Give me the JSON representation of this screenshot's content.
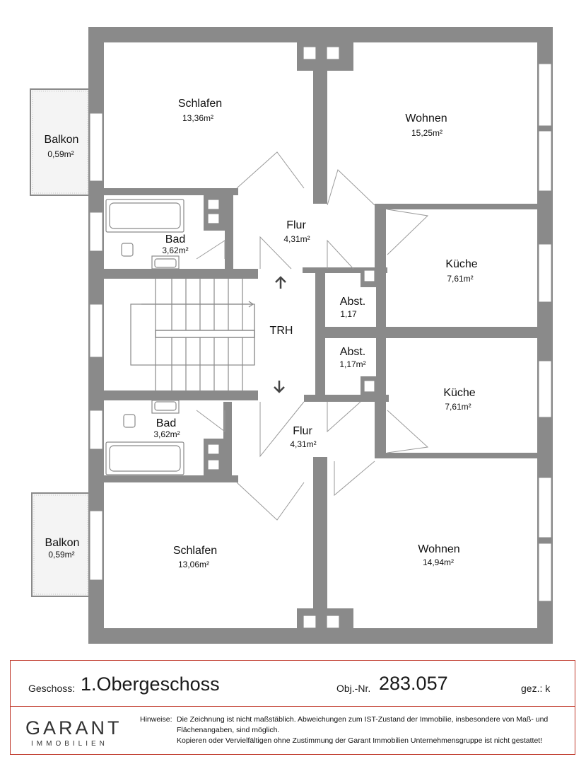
{
  "rooms": {
    "schlafen_top": {
      "name": "Schlafen",
      "area": "13,36m²"
    },
    "wohnen_top": {
      "name": "Wohnen",
      "area": "15,25m²"
    },
    "balkon_top": {
      "name": "Balkon",
      "area": "0,59m²"
    },
    "flur_top": {
      "name": "Flur",
      "area": "4,31m²"
    },
    "bad_top": {
      "name": "Bad",
      "area": "3,62m²"
    },
    "kueche_top": {
      "name": "Küche",
      "area": "7,61m²"
    },
    "abst_top": {
      "name": "Abst.",
      "area": "1,17"
    },
    "trh": {
      "name": "TRH"
    },
    "abst_bottom": {
      "name": "Abst.",
      "area": "1,17m²"
    },
    "kueche_bottom": {
      "name": "Küche",
      "area": "7,61m²"
    },
    "bad_bottom": {
      "name": "Bad",
      "area": "3,62m²"
    },
    "flur_bottom": {
      "name": "Flur",
      "area": "4,31m²"
    },
    "balkon_bottom": {
      "name": "Balkon",
      "area": "0,59m²"
    },
    "schlafen_bottom": {
      "name": "Schlafen",
      "area": "13,06m²"
    },
    "wohnen_bottom": {
      "name": "Wohnen",
      "area": "14,94m²"
    }
  },
  "title_block": {
    "geschoss_label": "Geschoss:",
    "geschoss_value": "1.Obergeschoss",
    "obj_label": "Obj.-Nr.",
    "obj_value": "283.057",
    "drawn_label": "gez.: k",
    "notes_label": "Hinweise:",
    "notes_line1": "Die Zeichnung ist nicht maßstäblich. Abweichungen zum IST-Zustand der Immobilie, insbesondere von Maß- und Flächenangaben, sind möglich.",
    "notes_line2": "Kopieren oder Vervielfältigen ohne Zustimmung der Garant Immobilien Unternehmensgruppe ist nicht gestattet!"
  },
  "logo": {
    "name": "GARANT",
    "sub": "IMMOBILIEN"
  },
  "colors": {
    "wall": "#8a8a8a",
    "frame": "#c0392b"
  }
}
